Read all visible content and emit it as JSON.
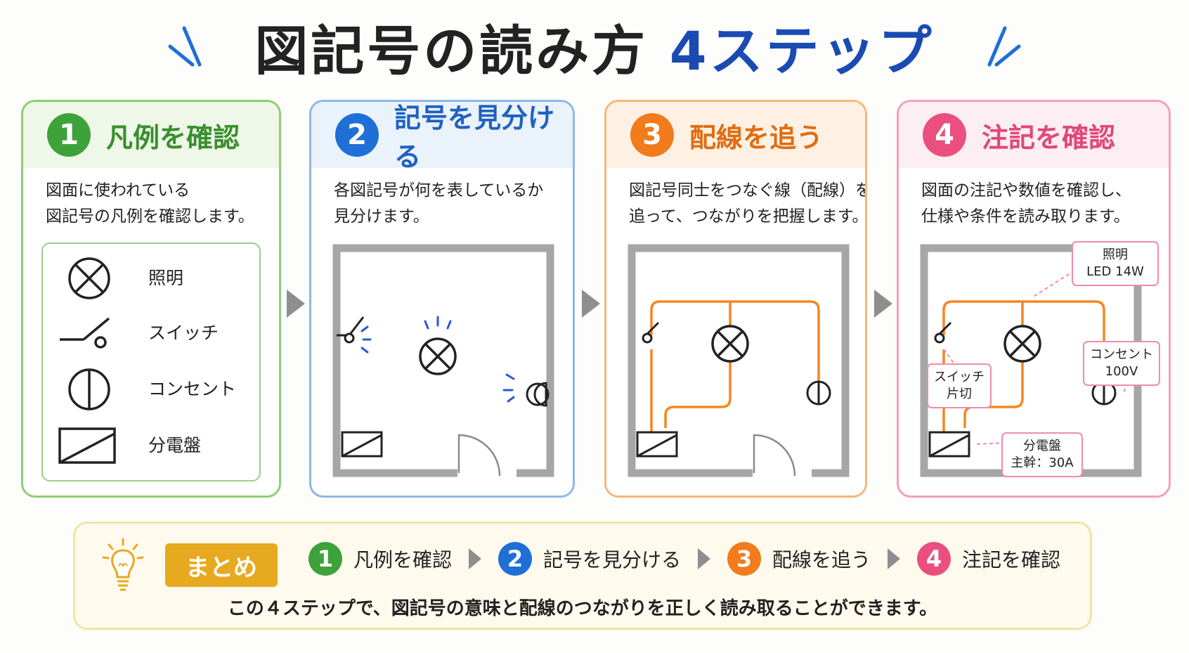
{
  "title": {
    "main": "図記号の読み方",
    "accent": "4ステップ"
  },
  "colors": {
    "green": "#3ea23b",
    "blue": "#1f6fd6",
    "orange": "#f27b1c",
    "pink": "#ea4f80",
    "title_accent": "#1a4bb3",
    "wire": "#f5861f",
    "wall": "#a6a6a6"
  },
  "steps": [
    {
      "num": "1",
      "heading": "凡例を確認",
      "desc": [
        "図面に使われている",
        "図記号の凡例を確認します。"
      ]
    },
    {
      "num": "2",
      "heading": "記号を見分ける",
      "desc": [
        "各図記号が何を表しているか",
        "見分けます。"
      ]
    },
    {
      "num": "3",
      "heading": "配線を追う",
      "desc": [
        "図記号同士をつなぐ線（配線）を",
        "追って、つながりを把握します。"
      ]
    },
    {
      "num": "4",
      "heading": "注記を確認",
      "desc": [
        "図面の注記や数値を確認し、",
        "仕様や条件を読み取ります。"
      ]
    }
  ],
  "legend": [
    {
      "icon": "light-symbol-icon",
      "label": "照明"
    },
    {
      "icon": "switch-symbol-icon",
      "label": "スイッチ"
    },
    {
      "icon": "outlet-symbol-icon",
      "label": "コンセント"
    },
    {
      "icon": "panel-symbol-icon",
      "label": "分電盤"
    }
  ],
  "notes": {
    "light": [
      "照明",
      "LED 14W"
    ],
    "outlet": [
      "コンセント",
      "100V"
    ],
    "switch": [
      "スイッチ",
      "片切"
    ],
    "panel": [
      "分電盤",
      "主幹：30A"
    ]
  },
  "summary": {
    "icon": "lightbulb-icon",
    "badge": "まとめ",
    "text": "この４ステップで、図記号の意味と配線のつながりを正しく読み取ることができます。"
  }
}
